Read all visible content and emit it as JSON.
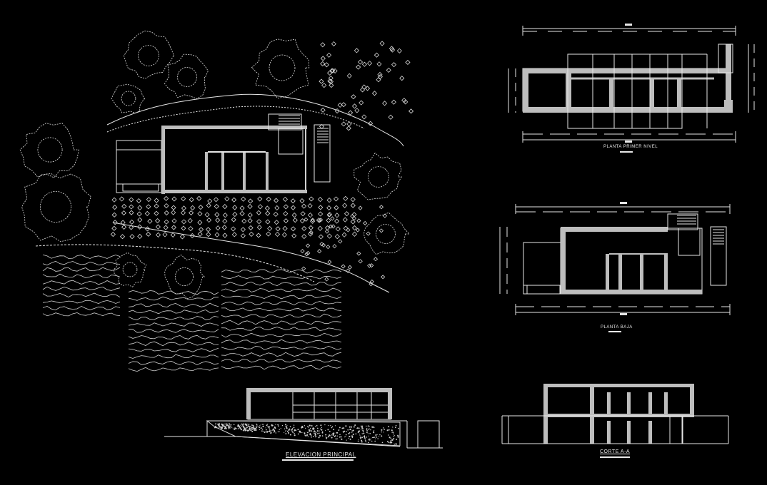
{
  "drawing": {
    "background": "#000000",
    "line_color": "#e6e6e6",
    "fill_color": "#bdbdbd",
    "views": [
      {
        "id": "site-plan",
        "label": ""
      },
      {
        "id": "upper-plan",
        "label": "PLANTA PRIMER NIVEL"
      },
      {
        "id": "lower-plan",
        "label": "PLANTA BAJA"
      },
      {
        "id": "main-elevation",
        "label": "ELEVACION PRINCIPAL"
      },
      {
        "id": "section",
        "label": "CORTE A-A"
      }
    ]
  }
}
